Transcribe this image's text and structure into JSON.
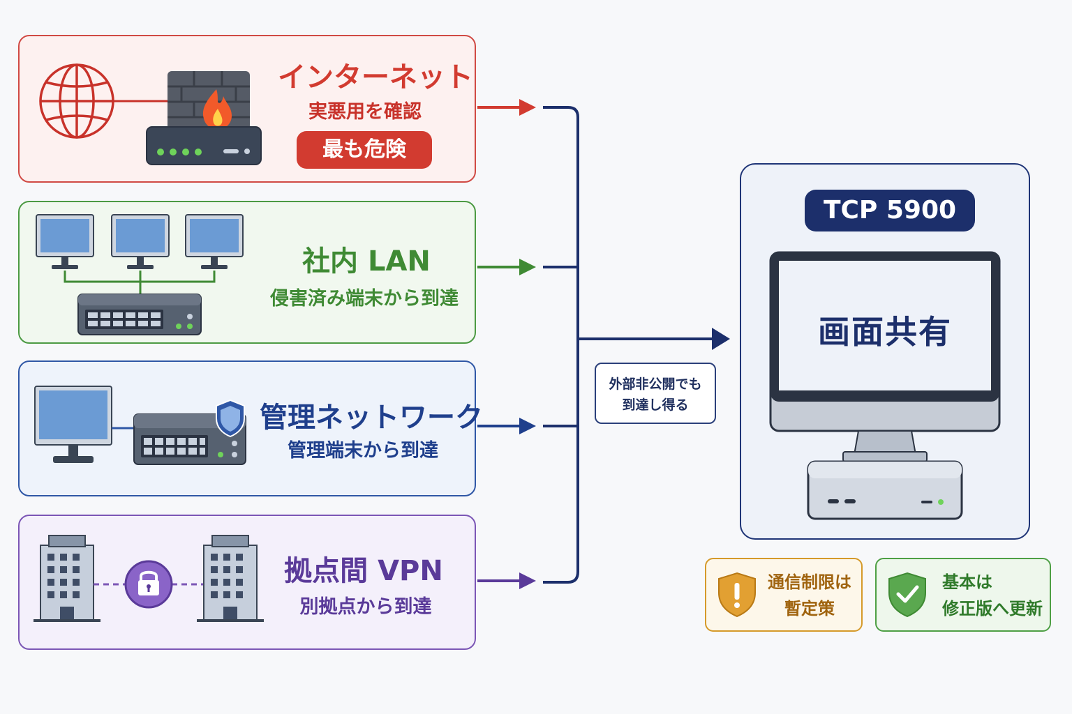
{
  "sources": [
    {
      "key": "internet",
      "title": "インターネット",
      "subtitle": "実悪用を確認",
      "badge": "最も危険",
      "color": "#d23b30"
    },
    {
      "key": "lan",
      "title": "社内 LAN",
      "subtitle": "侵害済み端末から到達",
      "color": "#3f8a34"
    },
    {
      "key": "mgmt",
      "title": "管理ネットワーク",
      "subtitle": "管理端末から到達",
      "color": "#1f3f8c"
    },
    {
      "key": "vpn",
      "title": "拠点間 VPN",
      "subtitle": "別拠点から到達",
      "color": "#5a3a99"
    }
  ],
  "note": {
    "line1": "外部非公開でも",
    "line2": "到達し得る"
  },
  "target": {
    "port": "TCP 5900",
    "screen_label": "画面共有",
    "color": "#1c2f6b"
  },
  "tags": [
    {
      "key": "limit",
      "line1": "通信制限は",
      "line2": "暫定策",
      "icon": "warning-shield-icon",
      "color": "#a0640f"
    },
    {
      "key": "patch",
      "line1": "基本は",
      "line2": "修正版へ更新",
      "icon": "check-shield-icon",
      "color": "#2f7a2a"
    }
  ]
}
